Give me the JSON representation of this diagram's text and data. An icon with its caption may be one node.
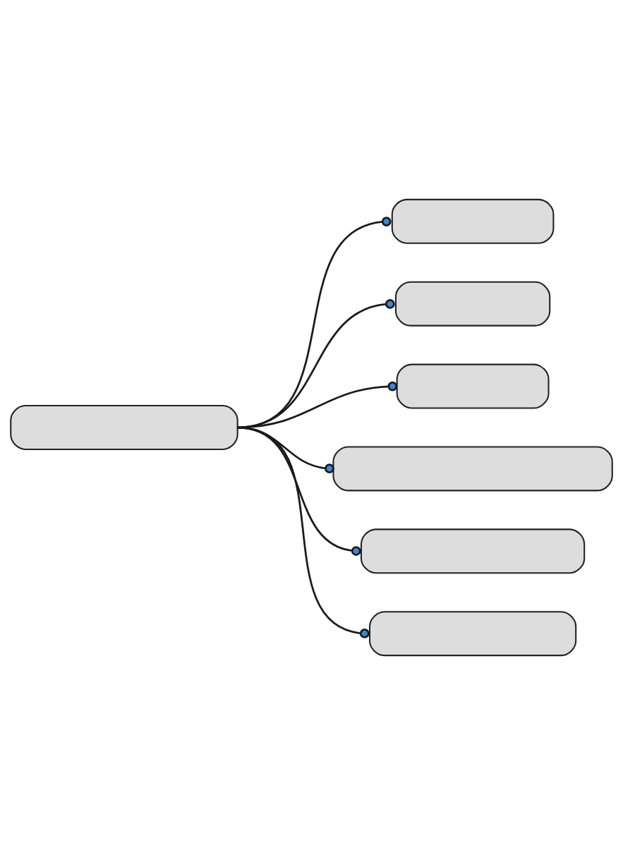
{
  "diagram": {
    "nodes": [
      {
        "text": [],
        "shape": "box"
      },
      {
        "text": [],
        "shape": "box"
      },
      {
        "text": [],
        "shape": "box"
      },
      {
        "text": [],
        "shape": "box"
      },
      {
        "text": [],
        "shape": "box"
      },
      {
        "text": [],
        "shape": "box"
      },
      {
        "text": [],
        "shape": "box"
      }
    ],
    "edges": [
      {
        "from": 0,
        "to": 1,
        "arrow": "other"
      },
      {
        "from": 0,
        "to": 2,
        "arrow": "other"
      },
      {
        "from": 0,
        "to": 3,
        "arrow": "other"
      },
      {
        "from": 0,
        "to": 4,
        "arrow": "other"
      },
      {
        "from": 0,
        "to": 5,
        "arrow": "other"
      },
      {
        "from": 0,
        "to": 6,
        "arrow": "other"
      }
    ]
  }
}
